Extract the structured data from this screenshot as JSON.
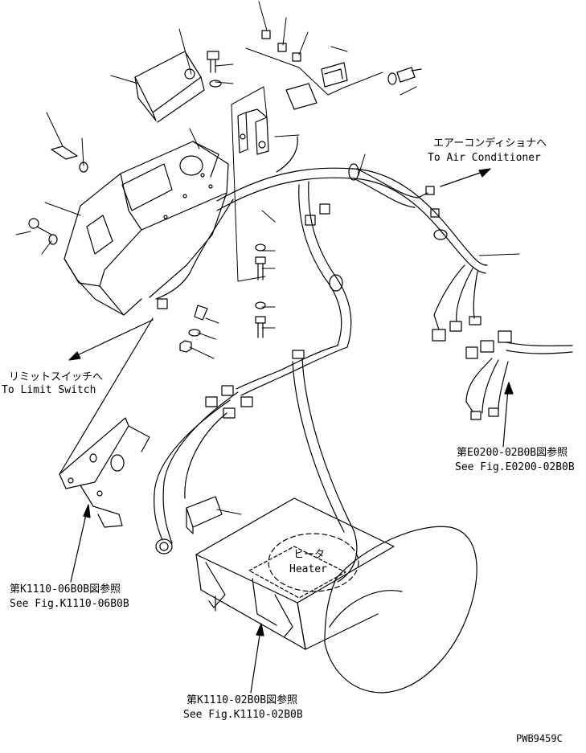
{
  "callouts": {
    "air_conditioner_jp": "エアーコンディショナへ",
    "air_conditioner_en": "To Air Conditioner",
    "limit_switch_jp": "リミットスイッチへ",
    "limit_switch_en": "To Limit Switch",
    "fig_e0200_jp": "第E0200-02B0B図参照",
    "fig_e0200_en": "See Fig.E0200-02B0B",
    "fig_k1110_06_jp": "第K1110-06B0B図参照",
    "fig_k1110_06_en": "See Fig.K1110-06B0B",
    "heater_jp": "ヒータ",
    "heater_en": "Heater",
    "fig_k1110_02_jp": "第K1110-02B0B図参照",
    "fig_k1110_02_en": "See Fig.K1110-02B0B"
  },
  "drawing_code": "PWB9459C"
}
